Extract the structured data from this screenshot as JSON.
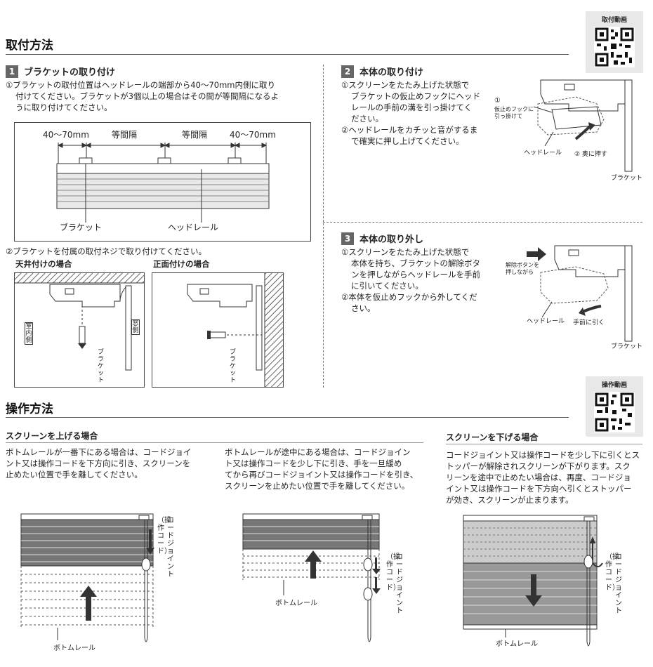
{
  "install": {
    "title": "取付方法",
    "qr_label": "取付動画",
    "step1": {
      "num": "1",
      "title": "ブラケットの取り付け",
      "lines": [
        "①ブラケットの取付位置はヘッドレールの端部から40〜70mm内側に取り",
        "付けてください。ブラケットが3個以上の場合はその間が等間隔になるよ",
        "うに取り付けてください。"
      ],
      "diagram": {
        "dim_left": "40〜70mm",
        "dim_mid1": "等間隔",
        "dim_mid2": "等間隔",
        "dim_right": "40〜70mm",
        "label_bracket": "ブラケット",
        "label_headrail": "ヘッドレール"
      },
      "line2": "②ブラケットを付属の取付ネジで取り付けてください。",
      "ceiling_title": "天井付けの場合",
      "front_title": "正面付けの場合",
      "indoor": "室内側",
      "window": "窓側",
      "bracket_vertical": "ブラケット"
    },
    "step2": {
      "num": "2",
      "title": "本体の取り付け",
      "lines": [
        "①スクリーンをたたみ上げた状態で",
        "ブラケットの仮止めフックにヘッド",
        "レールの手前の溝を引っ掛けてく",
        "ださい。",
        "②ヘッドレールをカチッと音がするま",
        "で確実に押し上げてください。"
      ],
      "label_hook_num": "①",
      "label_hook1": "仮止めフックに",
      "label_hook2": "引っ掛けて",
      "label_headrail": "ヘッドレール",
      "label_push": "② 奥に押す",
      "label_bracket": "ブラケット"
    },
    "step3": {
      "num": "3",
      "title": "本体の取り外し",
      "lines": [
        "①スクリーンをたたみ上げた状態で",
        "本体を持ち、ブラケットの解除ボタ",
        "ンを押しながらヘッドレールを手前",
        "に引いてください。",
        "②本体を仮止めフックから外してくだ",
        "さい。"
      ],
      "label_release1": "解除ボタンを",
      "label_release2": "押しながら",
      "label_headrail": "ヘッドレール",
      "label_pull": "手前に引く",
      "label_bracket": "ブラケット"
    }
  },
  "operation": {
    "title": "操作方法",
    "qr_label": "操作動画",
    "raise": {
      "title": "スクリーンを上げる場合",
      "text1": [
        "ボトムレールが一番下にある場合は、コードジョイ",
        "ント又は操作コードを下方向に引き、スクリーンを",
        "止めたい位置で手を離してください。"
      ],
      "text2": [
        "ボトムレールが途中にある場合は、コードジョイン",
        "ト又は操作コードを少し下に引き、手を一旦緩め",
        "てから再びコードジョイント又は操作コードを引き、",
        "スクリーンを止めたい位置で手を離してください。"
      ]
    },
    "lower": {
      "title": "スクリーンを下げる場合",
      "text": [
        "コードジョイント又は操作コードを少し下に引くとス",
        "トッパーが解除されスクリーンが下がります。スク",
        "リーンを途中で止めたい場合は、再度、コードジョ",
        "イント又は操作コードを下方向へ引くとストッパー",
        "が効き、スクリーンが止まります。"
      ]
    },
    "labels": {
      "cord_paren": "（操作コード）",
      "cord_joint": "コードジョイント",
      "bottom_rail": "ボトムレール"
    }
  }
}
